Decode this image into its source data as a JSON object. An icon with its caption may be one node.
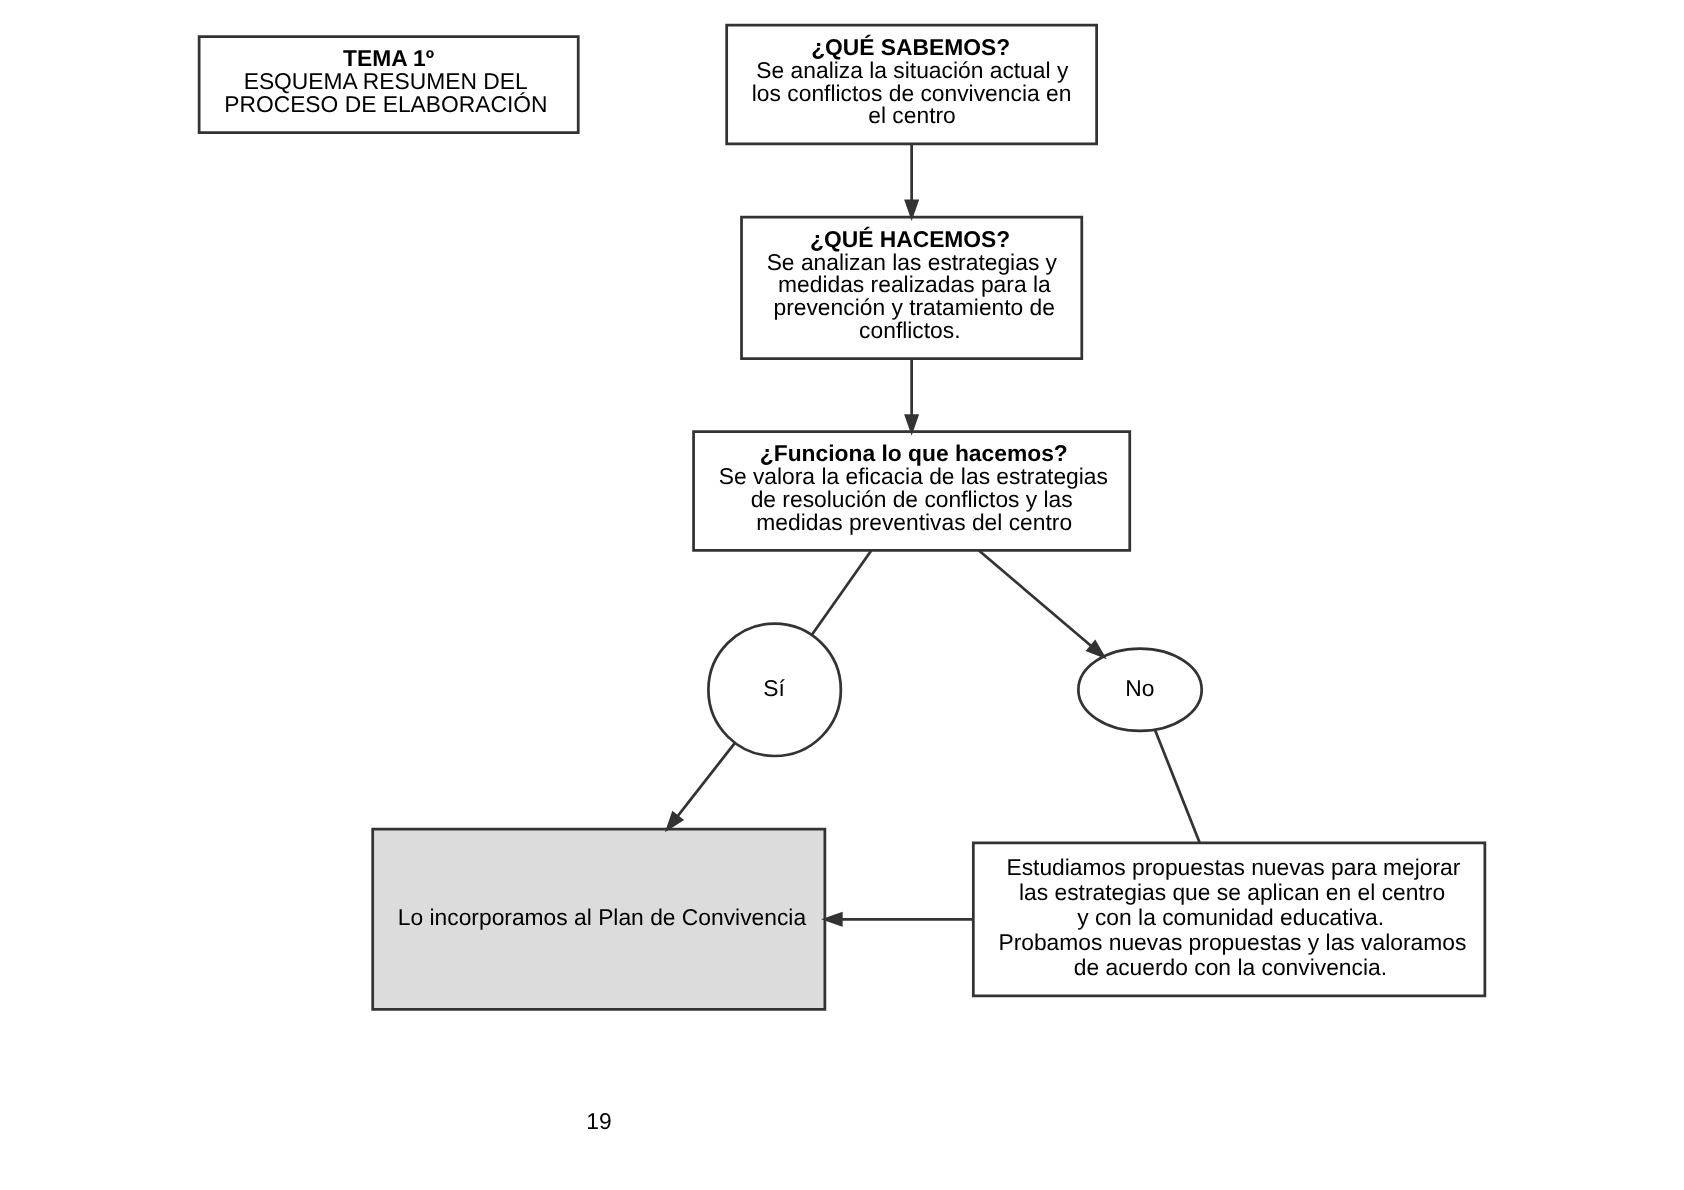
{
  "diagram": {
    "nodes": [
      {
        "text": [
          "TEMA 1º",
          "ESQUEMA RESUMEN DEL PROCESO DE ELABORACIÓN"
        ]
      },
      {
        "text": [
          "¿QUÉ SABEMOS?",
          "Se analiza la situación actual y los conflictos de convivencia en el centro"
        ]
      },
      {
        "text": [
          "¿QUÉ HACEMOS?",
          "Se analizan las estrategias y medidas realizadas para la prevención y tratamiento de conflictos."
        ]
      },
      {
        "text": [
          "¿Funciona lo que hacemos?",
          "Se valora la eficacia de las estrategias de resolución de conflictos y las medidas preventivas del centro"
        ]
      },
      {
        "text": [
          "Sí"
        ]
      },
      {
        "text": [
          "No"
        ]
      },
      {
        "text": [
          "Lo incorporamos al Plan de Convivencia"
        ]
      },
      {
        "text": [
          "Estudiamos propuestas nuevas para mejorar las estrategias que se aplican en el centro y con la comunidad educativa.",
          "Probamos nuevas propuestas y las valoramos de acuerdo con la convivencia."
        ]
      }
    ],
    "edges": [
      {
        "from": 1,
        "to": 2,
        "arrow": "to"
      },
      {
        "from": 2,
        "to": 3,
        "arrow": "to"
      },
      {
        "from": 3,
        "to": 4,
        "arrow": "none"
      },
      {
        "from": 4,
        "to": 6,
        "arrow": "to"
      },
      {
        "from": 3,
        "to": 5,
        "arrow": "to"
      },
      {
        "from": 5,
        "to": 7,
        "arrow": "none"
      },
      {
        "from": 7,
        "to": 6,
        "arrow": "to"
      }
    ],
    "labels": [
      "19"
    ]
  }
}
